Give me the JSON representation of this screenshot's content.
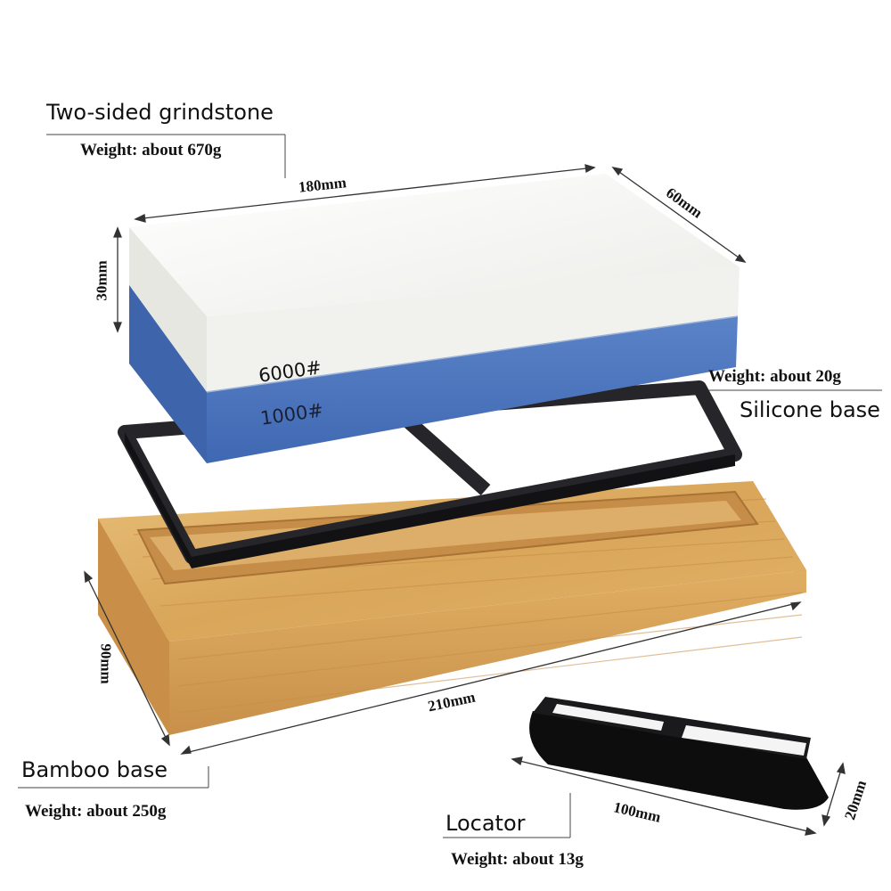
{
  "grindstone": {
    "title": "Two-sided grindstone",
    "weight": "Weight: about 670g",
    "length": "180mm",
    "width": "60mm",
    "height": "30mm",
    "fine_grit": "6000#",
    "coarse_grit": "1000#",
    "top_color": "#f3f3f0",
    "bottom_color": "#4f78c0"
  },
  "silicone_base": {
    "title": "Silicone base",
    "weight": "Weight: about 20g",
    "color": "#1f1f22"
  },
  "bamboo_base": {
    "title": "Bamboo base",
    "weight": "Weight: about 250g",
    "length": "210mm",
    "width": "90mm",
    "color": "#d9a85c"
  },
  "locator": {
    "title": "Locator",
    "weight": "Weight: about 13g",
    "length": "100mm",
    "height": "20mm",
    "color": "#111111"
  }
}
